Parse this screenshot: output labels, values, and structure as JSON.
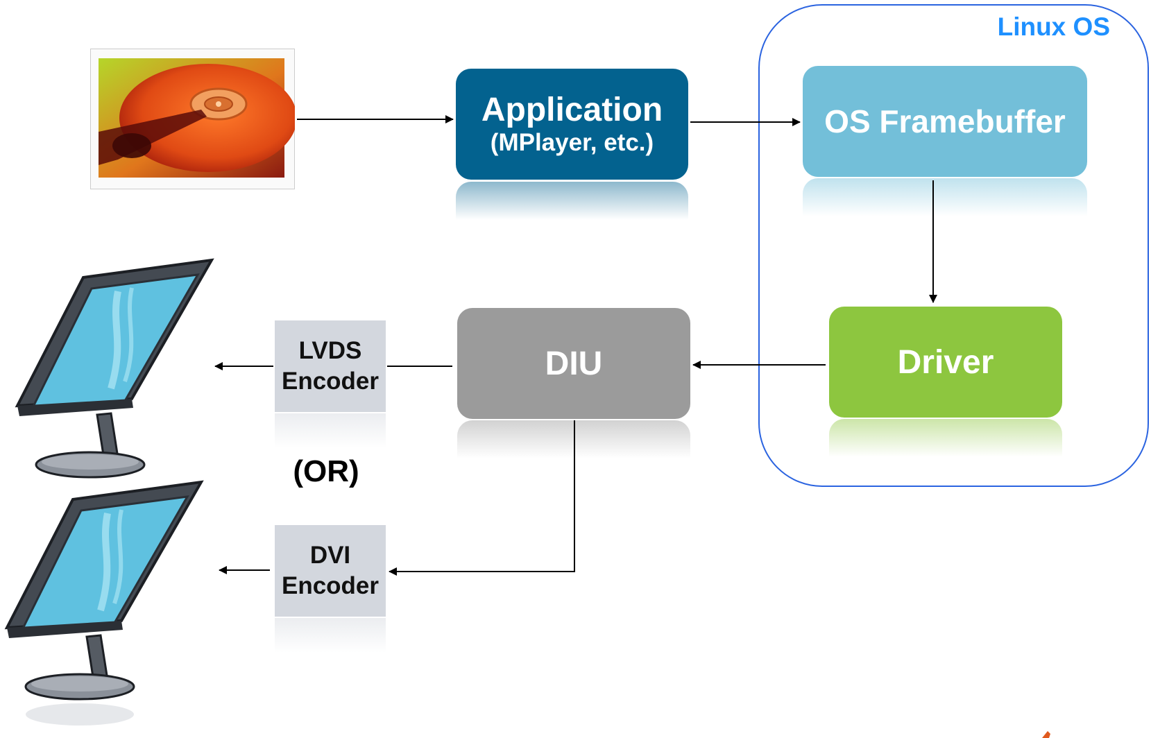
{
  "os_region": {
    "label": "Linux OS"
  },
  "application": {
    "title": "Application",
    "subtitle": "(MPlayer, etc.)"
  },
  "framebuffer": {
    "label": "OS Framebuffer"
  },
  "driver": {
    "label": "Driver"
  },
  "diu": {
    "label": "DIU"
  },
  "lvds_encoder": {
    "line1": "LVDS",
    "line2": "Encoder"
  },
  "dvi_encoder": {
    "line1": "DVI",
    "line2": "Encoder"
  },
  "or_label": "(OR)",
  "colors": {
    "application": "#03628f",
    "framebuffer": "#73bfd9",
    "driver": "#8dc63f",
    "diu": "#9b9b9b",
    "encoder": "#d3d7de",
    "os_border": "#2a63e0",
    "os_label": "#1e90ff"
  },
  "icons": [
    "hard-disk-photo",
    "lcd-monitor-icon",
    "lcd-monitor-icon"
  ]
}
